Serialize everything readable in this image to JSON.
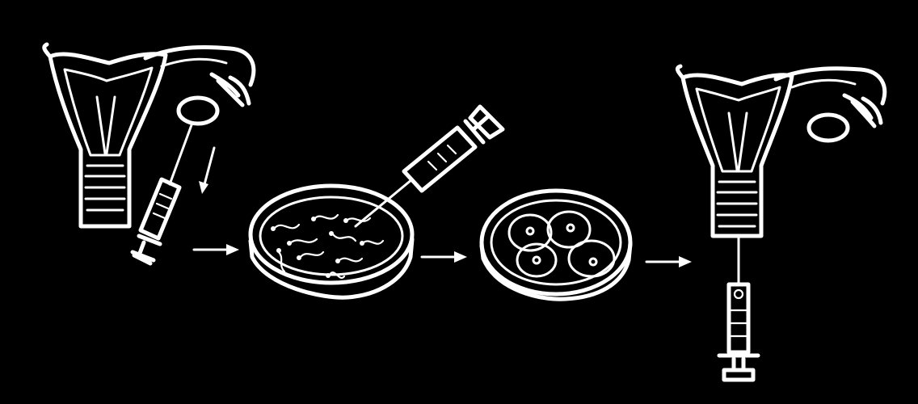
{
  "colors": {
    "background": "#000000",
    "ink": "#ffffff"
  },
  "steps": [
    {
      "name": "egg-retrieval",
      "icon": "uterus-syringe-icon"
    },
    {
      "name": "fertilization",
      "icon": "petri-dish-sperm-icon"
    },
    {
      "name": "embryo-culture",
      "icon": "petri-dish-embryo-icon"
    },
    {
      "name": "embryo-transfer",
      "icon": "uterus-transfer-icon"
    }
  ],
  "connectors": [
    "arrow-right-icon",
    "arrow-right-icon",
    "arrow-right-icon"
  ]
}
